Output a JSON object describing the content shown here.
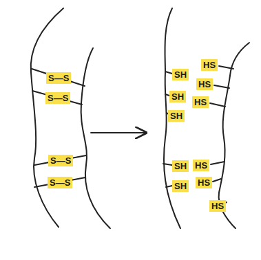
{
  "diagram": {
    "labels": [
      "S—S",
      "S—S",
      "S—S",
      "S—S",
      "HS",
      "SH",
      "HS",
      "SH",
      "HS",
      "SH",
      "SH",
      "HS",
      "SH",
      "HS",
      "HS"
    ]
  }
}
